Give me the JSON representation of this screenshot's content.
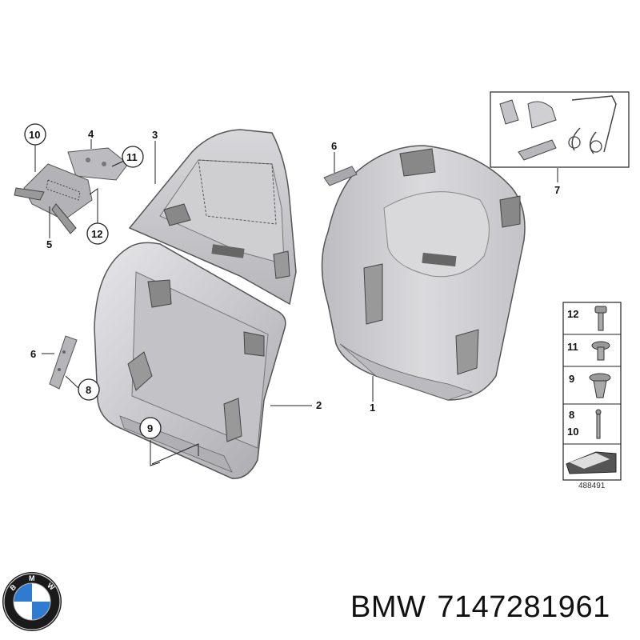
{
  "diagram": {
    "callouts": {
      "c1": "1",
      "c2": "2",
      "c3": "3",
      "c4": "4",
      "c5": "5",
      "c6a": "6",
      "c6b": "6",
      "c7": "7",
      "c8": "8",
      "c9": "9",
      "c10": "10",
      "c11": "11",
      "c12": "12"
    },
    "legend": [
      {
        "label": "12"
      },
      {
        "label": "11"
      },
      {
        "label": "9"
      },
      {
        "label": "8\n10"
      }
    ],
    "legend_num_8": "8",
    "legend_num_10": "10",
    "ref_number": "488491"
  },
  "footer": {
    "brand": "BMW",
    "part_number": "7147281961",
    "logo_icon": "bmw-roundel-icon"
  }
}
